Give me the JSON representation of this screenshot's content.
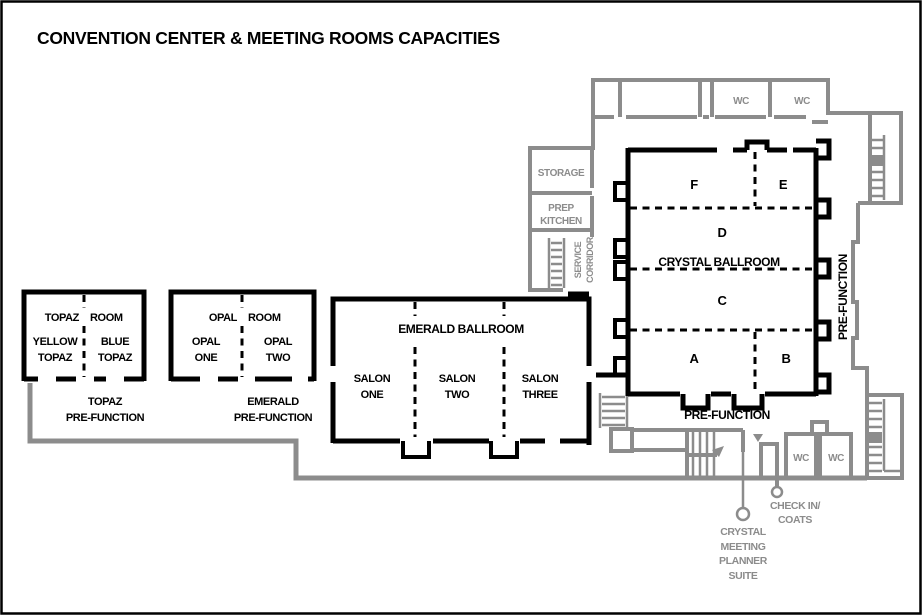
{
  "title": "CONVENTION CENTER & MEETING ROOMS CAPACITIES",
  "colors": {
    "wall": "#000000",
    "service": "#8c8c8c"
  },
  "rooms": {
    "topaz": {
      "title_left": "TOPAZ",
      "title_right": "ROOM",
      "sub_left": [
        "YELLOW",
        "TOPAZ"
      ],
      "sub_right": [
        "BLUE",
        "TOPAZ"
      ],
      "prefunction": [
        "TOPAZ",
        "PRE-FUNCTION"
      ]
    },
    "opal": {
      "title_left": "OPAL",
      "title_right": "ROOM",
      "sub_left": [
        "OPAL",
        "ONE"
      ],
      "sub_right": [
        "OPAL",
        "TWO"
      ],
      "prefunction": [
        "EMERALD",
        "PRE-FUNCTION"
      ]
    },
    "emerald": {
      "title": "EMERALD BALLROOM",
      "salon_one": [
        "SALON",
        "ONE"
      ],
      "salon_two": [
        "SALON",
        "TWO"
      ],
      "salon_three": [
        "SALON",
        "THREE"
      ]
    },
    "crystal": {
      "title": "CRYSTAL BALLROOM",
      "sections": {
        "a": "A",
        "b": "B",
        "c": "C",
        "d": "D",
        "e": "E",
        "f": "F"
      },
      "prefunction_south": "PRE-FUNCTION",
      "prefunction_east": "PRE-FUNCTION"
    }
  },
  "service_areas": {
    "storage": "STORAGE",
    "prep_kitchen": [
      "PREP",
      "KITCHEN"
    ],
    "service_corridor": [
      "SERVICE",
      "CORRIDOR"
    ],
    "wc_north": [
      "WC",
      "WC"
    ],
    "wc_south": [
      "WC",
      "WC"
    ],
    "check_in": [
      "CHECK IN/",
      "COATS"
    ],
    "planner_suite": [
      "CRYSTAL",
      "MEETING",
      "PLANNER",
      "SUITE"
    ]
  }
}
